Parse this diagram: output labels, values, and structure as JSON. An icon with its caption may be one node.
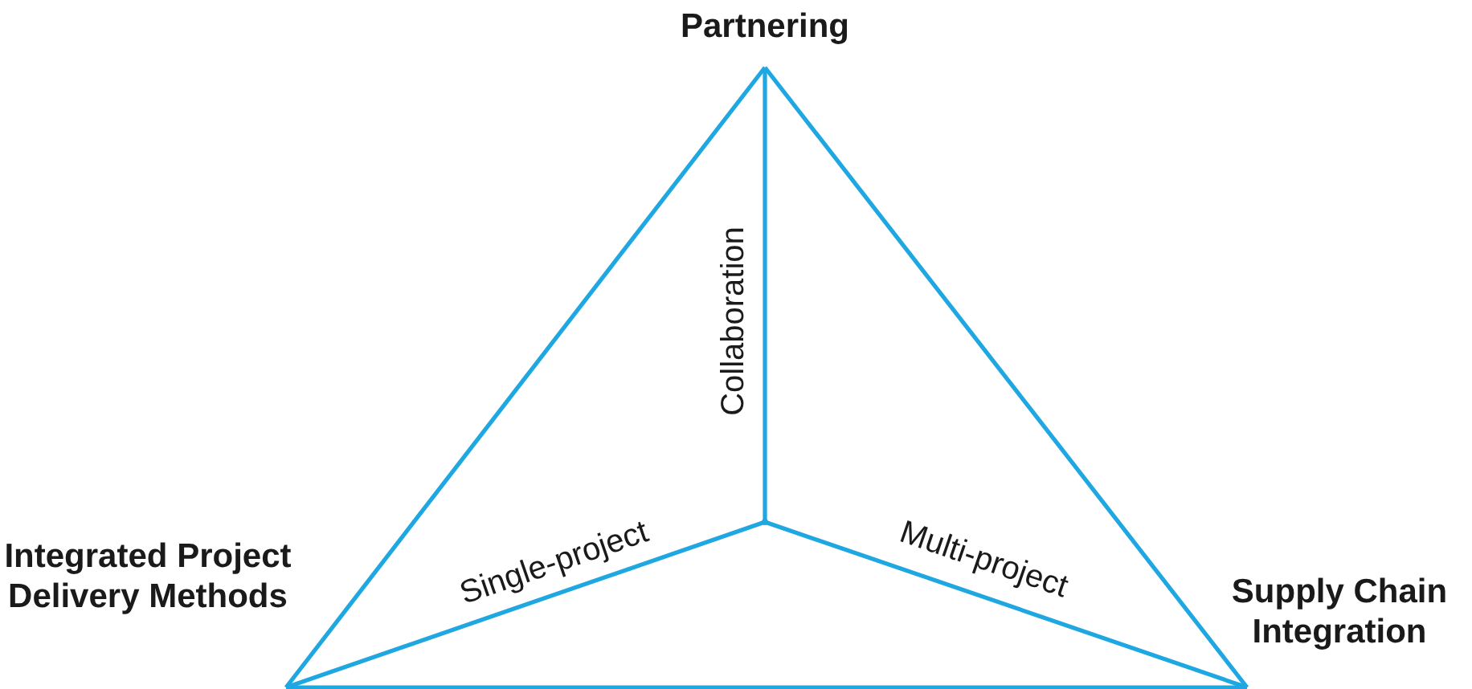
{
  "diagram": {
    "nodes": [
      {
        "text": [
          "Partnering"
        ]
      },
      {
        "text": [
          "Integrated Project Delivery Methods"
        ]
      },
      {
        "text": [
          "Supply Chain Integration"
        ]
      },
      {
        "text": [],
        "shape": "point"
      }
    ],
    "edges": [
      {
        "from": 0,
        "to": 1,
        "arrow": "none"
      },
      {
        "from": 0,
        "to": 2,
        "arrow": "none"
      },
      {
        "from": 1,
        "to": 2,
        "arrow": "none"
      },
      {
        "from": 3,
        "to": 0,
        "arrow": "none",
        "label": "Collaboration"
      },
      {
        "from": 3,
        "to": 1,
        "arrow": "none",
        "label": "Single-project"
      },
      {
        "from": 3,
        "to": 2,
        "arrow": "none",
        "label": "Multi-project"
      }
    ]
  }
}
